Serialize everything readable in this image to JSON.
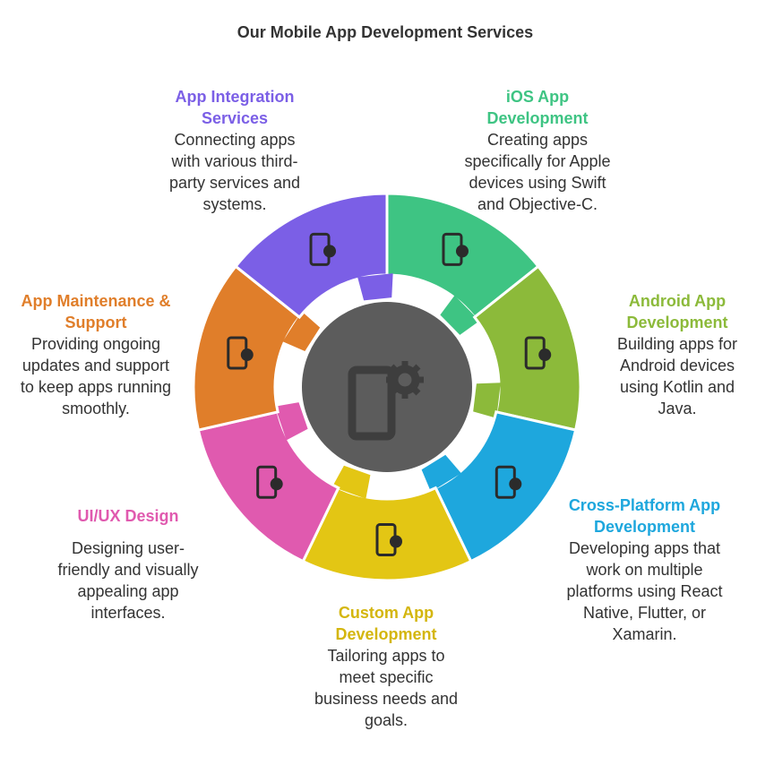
{
  "title": "Our Mobile App Development Services",
  "center_icon": "phone-gear-icon",
  "services": [
    {
      "title": "iOS App Development",
      "description": "Creating apps specifically for Apple devices using Swift and Objective-C.",
      "color": "#3EC483",
      "icon": "phone-apple-icon"
    },
    {
      "title": "Android App Development",
      "description": "Building apps for Android devices using Kotlin and Java.",
      "color": "#8CBA3A",
      "icon": "phone-cube-icon"
    },
    {
      "title": "Cross-Platform App Development",
      "description": "Developing apps that work on multiple platforms using React Native, Flutter, or Xamarin.",
      "color": "#1EA7DD",
      "icon": "multi-device-icon"
    },
    {
      "title": "Custom App Development",
      "description": "Tailoring apps to meet specific business needs and goals.",
      "color": "#E3C614",
      "icon": "phone-puzzle-icon"
    },
    {
      "title": "UI/UX Design",
      "description": "Designing user-friendly and visually appealing app interfaces.",
      "color": "#E05AAF",
      "icon": "design-profile-icon"
    },
    {
      "title": "App Maintenance & Support",
      "description": "Providing ongoing updates and support to keep apps running smoothly.",
      "color": "#E07E2A",
      "icon": "phone-tools-icon"
    },
    {
      "title": "App Integration Services",
      "description": "Connecting apps with various third-party services and systems.",
      "color": "#7B5FE6",
      "icon": "phone-cloud-icon"
    }
  ]
}
